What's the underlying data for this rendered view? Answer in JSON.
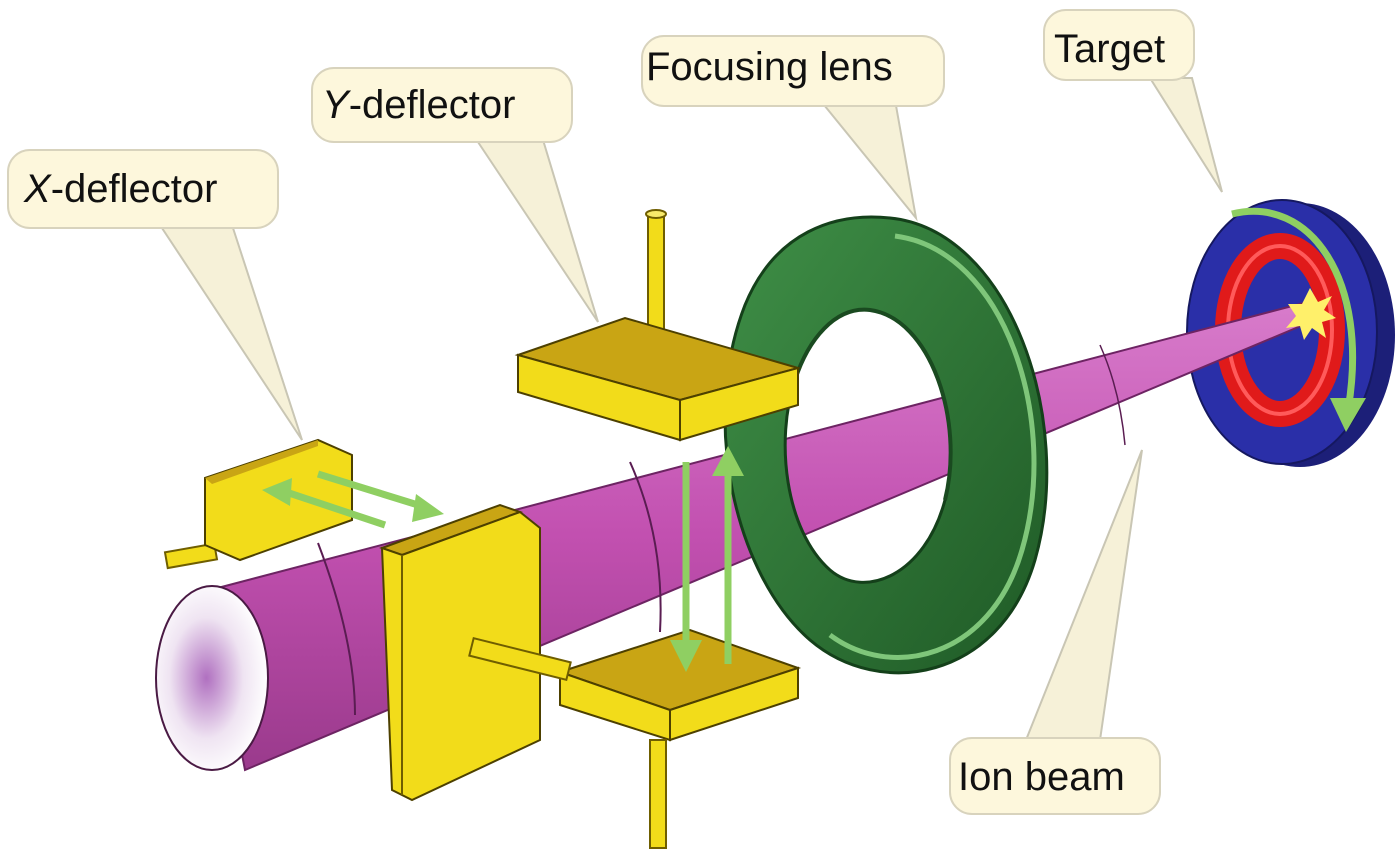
{
  "labels": {
    "x_deflector": {
      "prefix": "X",
      "suffix": "-deflector"
    },
    "y_deflector": {
      "prefix": "Y",
      "suffix": "-deflector"
    },
    "focusing_lens": "Focusing lens",
    "target": "Target",
    "ion_beam": "Ion beam"
  },
  "colors": {
    "beam": "#c250b0",
    "beam_dark": "#8a2f7c",
    "plate": "#f2dc1a",
    "plate_shadow": "#b9a10a",
    "lens": "#2e7a37",
    "lens_dark": "#1e5424",
    "lens_highlight": "#7fc67a",
    "target_disk": "#2a2fa8",
    "target_ring": "#e01a1a",
    "arrow": "#8fcf62",
    "callout_fill": "#fdf7dc"
  }
}
